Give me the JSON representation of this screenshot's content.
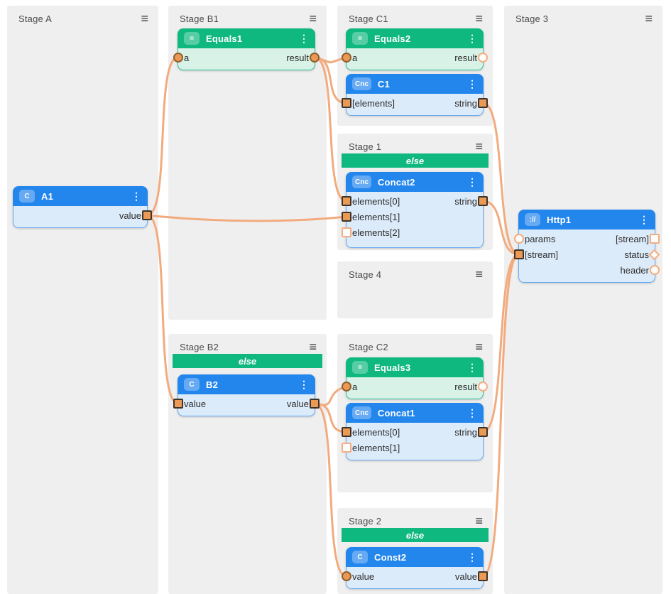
{
  "icons": {
    "stage_menu": "≡",
    "node_menu": "⋮"
  },
  "colors": {
    "panel": "#f0eff0",
    "green": "#0eb87e",
    "green_body": "#d9f2e8",
    "green_border": "#2fc093",
    "blue": "#2386ec",
    "blue_body": "#dcebfa",
    "blue_border": "#66a9f1",
    "wire": "#f2ab7e",
    "port_fill": "#eb9a55",
    "port_sq_border": "#3e352a",
    "port_ci_border": "#8f5f2d",
    "port_empty_border": "#f3ad80"
  },
  "stages": {
    "a": {
      "title": "Stage A"
    },
    "b1": {
      "title": "Stage B1"
    },
    "c1": {
      "title": "Stage C1"
    },
    "s3": {
      "title": "Stage 3"
    },
    "s1": {
      "title": "Stage 1",
      "else_label": "else"
    },
    "s4": {
      "title": "Stage 4"
    },
    "b2": {
      "title": "Stage B2",
      "else_label": "else"
    },
    "c2": {
      "title": "Stage C2"
    },
    "s2": {
      "title": "Stage 2",
      "else_label": "else"
    }
  },
  "nodes": {
    "a1": {
      "badge": "C",
      "title": "A1",
      "ports": {
        "value_out": "value"
      }
    },
    "equals1": {
      "badge": "=",
      "title": "Equals1",
      "ports": {
        "a_in": "a",
        "result_out": "result"
      }
    },
    "equals2": {
      "badge": "=",
      "title": "Equals2",
      "ports": {
        "a_in": "a",
        "result_out": "result"
      }
    },
    "c1": {
      "badge": "Cnc",
      "title": "C1",
      "ports": {
        "elements_in": "[elements]",
        "string_out": "string"
      }
    },
    "concat2": {
      "badge": "Cnc",
      "title": "Concat2",
      "ports": {
        "e0_in": "elements[0]",
        "e1_in": "elements[1]",
        "e2_in": "elements[2]",
        "string_out": "string"
      }
    },
    "b2": {
      "badge": "C",
      "title": "B2",
      "ports": {
        "value_in": "value",
        "value_out": "value"
      }
    },
    "equals3": {
      "badge": "=",
      "title": "Equals3",
      "ports": {
        "a_in": "a",
        "result_out": "result"
      }
    },
    "concat1": {
      "badge": "Cnc",
      "title": "Concat1",
      "ports": {
        "e0_in": "elements[0]",
        "e1_in": "elements[1]",
        "string_out": "string"
      }
    },
    "const2": {
      "badge": "C",
      "title": "Const2",
      "ports": {
        "value_in": "value",
        "value_out": "value"
      }
    },
    "http1": {
      "badge": "://",
      "title": "Http1",
      "ports": {
        "params_in": "params",
        "stream_in": "[stream]",
        "stream_out": "[stream]",
        "status_out": "status",
        "header_out": "header"
      }
    }
  },
  "connections": [
    [
      "a1-value-out",
      "equals1-a-in"
    ],
    [
      "a1-value-out",
      "concat2-e1-in"
    ],
    [
      "a1-value-out",
      "b2-value-in"
    ],
    [
      "equals1-result-out",
      "equals2-a-in"
    ],
    [
      "equals1-result-out",
      "c1-elements-in"
    ],
    [
      "equals1-result-out",
      "concat2-e0-in"
    ],
    [
      "c1-string-out",
      "http1-stream-in"
    ],
    [
      "concat2-string-out",
      "http1-stream-in"
    ],
    [
      "b2-value-out",
      "equals3-a-in"
    ],
    [
      "b2-value-out",
      "concat1-e0-in"
    ],
    [
      "b2-value-out",
      "const2-value-in"
    ],
    [
      "concat1-string-out",
      "http1-stream-in"
    ],
    [
      "const2-value-out",
      "http1-stream-in"
    ]
  ]
}
